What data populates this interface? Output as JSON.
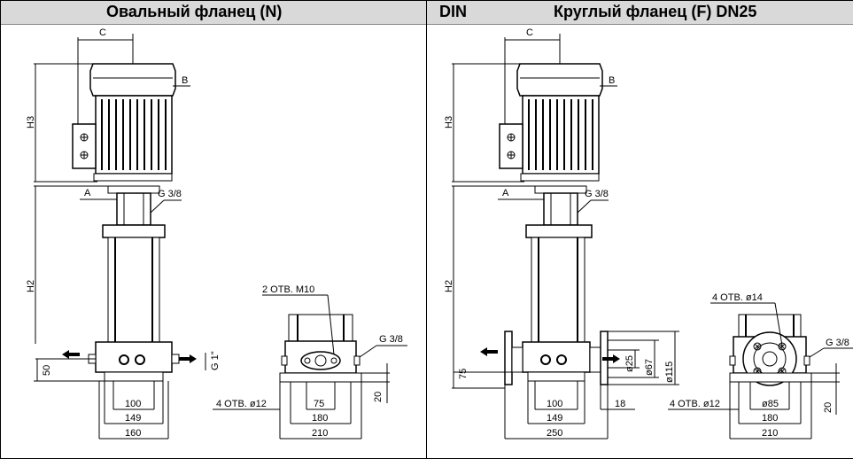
{
  "left_panel": {
    "header": "Овальный фланец (N)",
    "dims": {
      "c": "C",
      "b": "B",
      "h3": "H3",
      "a": "A",
      "g38_top": "G 3/8",
      "h2": "H2",
      "holes_m10": "2 ОТВ. M10",
      "g38_side": "G 3/8",
      "g1": "G 1\"",
      "h50": "50",
      "h20": "20",
      "w100": "100",
      "w149": "149",
      "w160": "160",
      "holes12": "4 ОТВ. ø12",
      "w75": "75",
      "w180": "180",
      "w210": "210"
    }
  },
  "right_panel": {
    "header_din": "DIN",
    "header_title": "Круглый фланец (F) DN25",
    "dims": {
      "c": "C",
      "b": "B",
      "h3": "H3",
      "a": "A",
      "g38_top": "G 3/8",
      "h2": "H2",
      "holes14": "4 ОТВ. ø14",
      "g38_side": "G 3/8",
      "d25": "ø25",
      "d67": "ø67",
      "d115": "ø115",
      "h75": "75",
      "h20": "20",
      "w100": "100",
      "w149": "149",
      "w250": "250",
      "w18": "18",
      "holes12": "4 ОТВ. ø12",
      "d85": "ø85",
      "w180": "180",
      "w210": "210"
    }
  }
}
